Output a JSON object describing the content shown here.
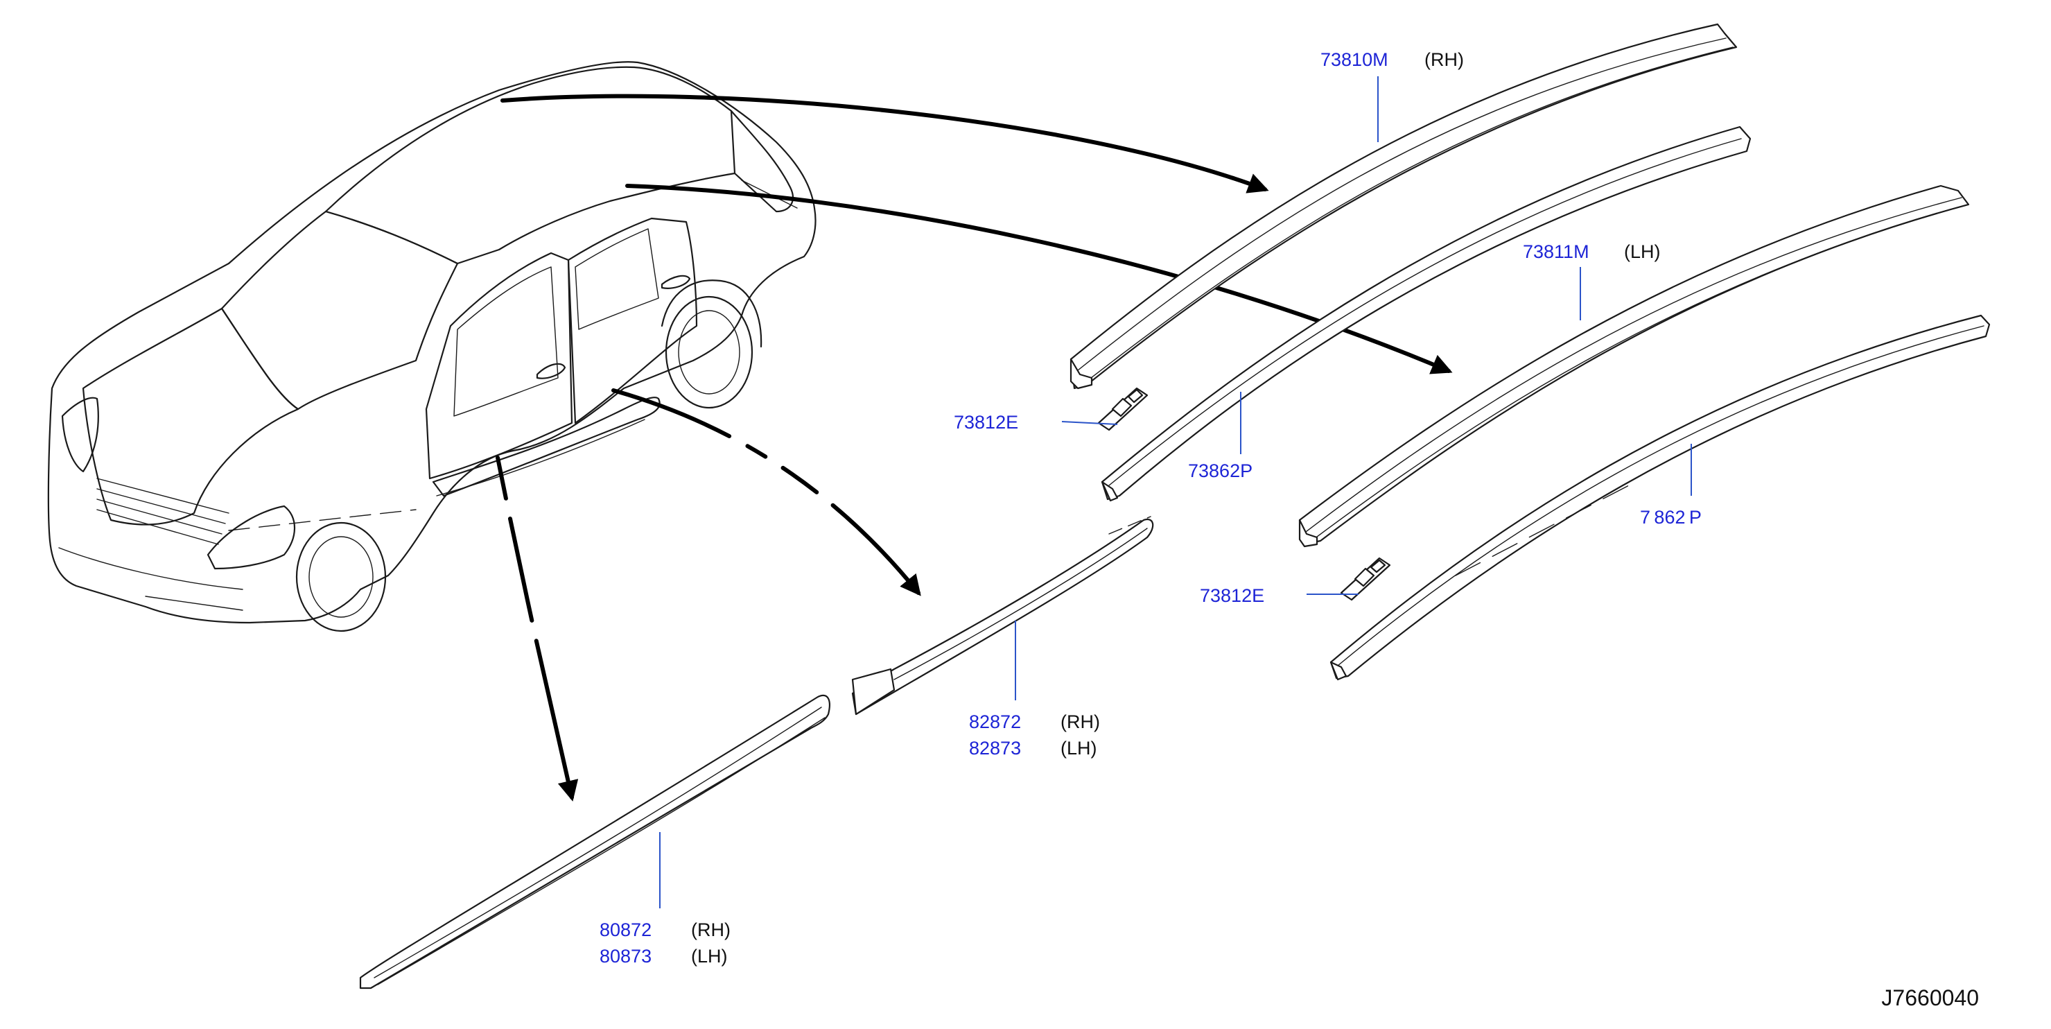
{
  "callouts": {
    "roof_rh": {
      "part": "73810M",
      "side": "(RH)"
    },
    "roof_lh": {
      "part": "73811M",
      "side": "(LH)"
    },
    "clip_upper": {
      "part": "73812E"
    },
    "clip_lower": {
      "part": "73812E"
    },
    "drip_rh": {
      "part": "73862P"
    },
    "drip_lh": {
      "part": "7 862 P"
    },
    "door_molding": {
      "part_rh": "82872",
      "side_rh": "(RH)",
      "part_lh": "82873",
      "side_lh": "(LH)"
    },
    "sill_molding": {
      "part_rh": "80872",
      "side_rh": "(RH)",
      "part_lh": "80873",
      "side_lh": "(LH)"
    }
  },
  "diagram_code": "J7660040",
  "colors": {
    "part_number": "#1d24d6",
    "leader": "#2b54c9",
    "line": "#1a1a1a"
  }
}
